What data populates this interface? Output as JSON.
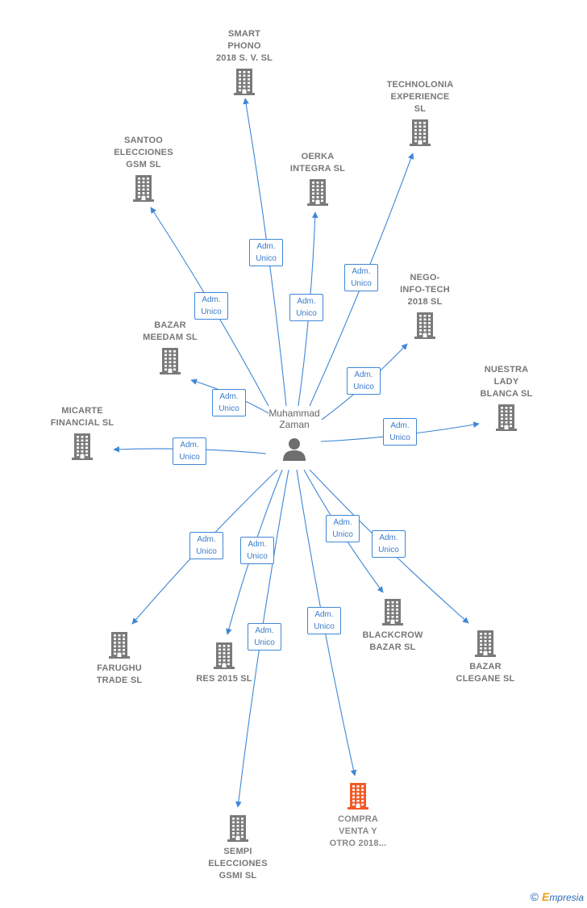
{
  "center": {
    "name": "Muhammad\nZaman",
    "icon": "person-icon"
  },
  "colors": {
    "edge": "#3e87d6",
    "node": "#7a7a7a",
    "highlight": "#f05a28"
  },
  "relation_label": "Adm.\nUnico",
  "companies": [
    {
      "id": "smart-phono",
      "name": "SMART\nPHONO\n2018 S. V.  SL"
    },
    {
      "id": "technolonia",
      "name": "TECHNOLONIA\nEXPERIENCE\nSL"
    },
    {
      "id": "santoo",
      "name": "SANTOO\nELECCIONES\nGSM  SL"
    },
    {
      "id": "oerka",
      "name": "OERKA\nINTEGRA  SL"
    },
    {
      "id": "nego-info",
      "name": "NEGO-\nINFO-TECH\n2018  SL"
    },
    {
      "id": "bazar-meedam",
      "name": "BAZAR\nMEEDAM  SL"
    },
    {
      "id": "nuestra-lady",
      "name": "NUESTRA\nLADY\nBLANCA  SL"
    },
    {
      "id": "micarte",
      "name": "MICARTE\nFINANCIAL  SL"
    },
    {
      "id": "farughu",
      "name": "FARUGHU\nTRADE  SL"
    },
    {
      "id": "res-2015",
      "name": "RES 2015  SL"
    },
    {
      "id": "blackcrow",
      "name": "BLACKCROW\nBAZAR  SL"
    },
    {
      "id": "bazar-clegane",
      "name": "BAZAR\nCLEGANE  SL"
    },
    {
      "id": "sempi",
      "name": "SEMPI\nELECCIONES\nGSMI  SL"
    },
    {
      "id": "compra-venta",
      "name": "COMPRA\nVENTA Y\nOTRO 2018...",
      "highlight": true
    }
  ],
  "footer": {
    "copyright": "©",
    "brand_initial": "E",
    "brand_rest": "mpresia"
  }
}
